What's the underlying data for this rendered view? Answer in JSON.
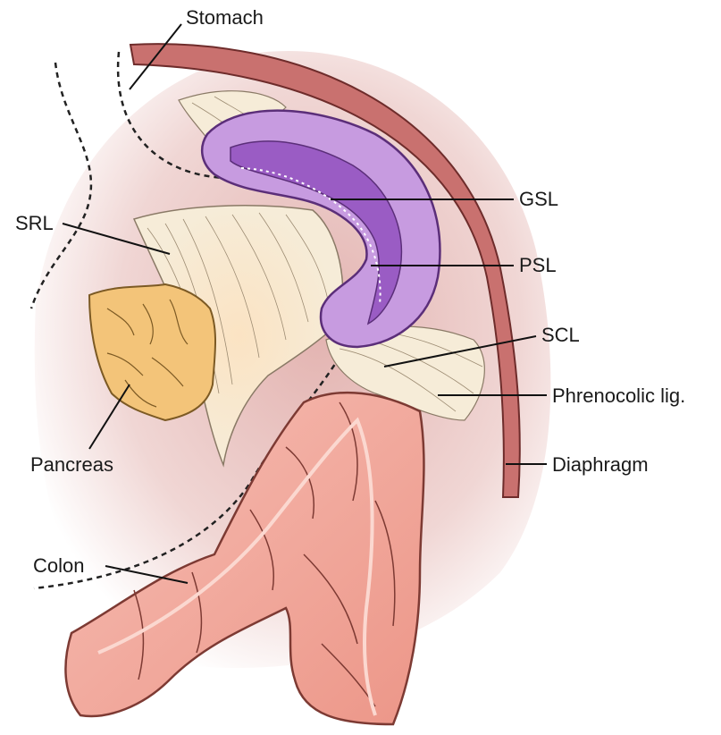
{
  "labels": {
    "stomach": "Stomach",
    "gsl": "GSL",
    "srl": "SRL",
    "psl": "PSL",
    "scl": "SCL",
    "phrenocolic": "Phrenocolic lig.",
    "pancreas": "Pancreas",
    "diaphragm": "Diaphragm",
    "colon": "Colon"
  },
  "colors": {
    "background_glow": "#e8c4c2",
    "diaphragm": "#c9716f",
    "spleen": "#c79be0",
    "spleen_hilum": "#9a5cc4",
    "ligament": "#f5ebd4",
    "pancreas": "#f3c479",
    "colon": "#f2a79a"
  }
}
